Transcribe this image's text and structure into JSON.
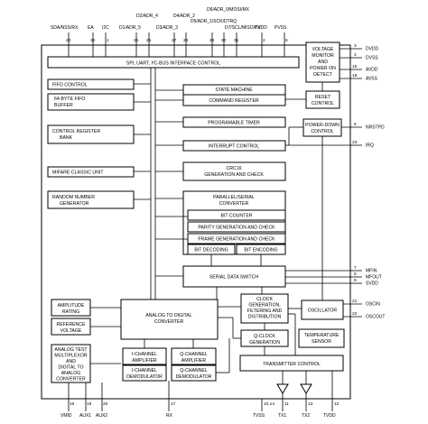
{
  "top_pins": {
    "sda": "SDA/NSS/RX",
    "sda_num": "24",
    "ea": "EA",
    "ea_num": "32",
    "i2c": "I2C",
    "i2c_num": "1",
    "d1": "D1/ADR_5",
    "d1_num": "25",
    "d2": "D2/ADR_4",
    "d2_num": "26",
    "d3": "D3/ADR_3",
    "d3_num": "27",
    "d4": "D4/ADR_2",
    "d4_num": "28",
    "d5": "D5/ADR_1/SCK/DTRQ",
    "d5_num": "29",
    "d6": "D6/ADR_0/MOSI/MX",
    "d6_num": "30",
    "d7": "D7/SCL/MISO/TX",
    "d7_num": "31",
    "pvdd": "PVDD",
    "pvdd_num": "2",
    "pvss": "PVSS",
    "pvss_num": "5"
  },
  "right_pins": {
    "dvdd": "DVDD",
    "dvdd_num": "3",
    "dvss": "DVSS",
    "dvss_num": "4",
    "avdd": "AVDD",
    "avdd_num": "15",
    "avss": "AVSS",
    "avss_num": "18",
    "nrstpd": "NRSTPD",
    "nrstpd_num": "6",
    "irq": "IRQ",
    "irq_num": "23",
    "mfin": "MFIN",
    "mfin_num": "7",
    "mfout": "MFOUT",
    "mfout_num": "8",
    "svdd": "SVDD",
    "svdd_num": "9",
    "oscin": "OSCIN",
    "oscin_num": "21",
    "oscout": "OSCOUT",
    "oscout_num": "22"
  },
  "bottom_pins": {
    "vmid": "VMID",
    "vmid_num": "16",
    "aux1": "AUX1",
    "aux1_num": "19",
    "aux2": "AUX2",
    "aux2_num": "20",
    "rx": "RX",
    "rx_num": "17",
    "tvss": "TVSS",
    "tvss_num": "10,14",
    "tx1": "TX1",
    "tx1_num": "11",
    "tx2": "TX2",
    "tx2_num": "13",
    "tvdd": "TVDD",
    "tvdd_num": "12"
  },
  "blocks": {
    "spi_bus": "SPI, UART, I²C-BUS INTERFACE CONTROL",
    "fifo_control": "FIFO CONTROL",
    "fifo_buffer_1": "64-BYTE FIFO",
    "fifo_buffer_2": "BUFFER",
    "control_register_1": "CONTROL REGISTER",
    "control_register_2": "BANK",
    "mifare": "MIFARE CLASSIC UNIT",
    "random_1": "RANDOM NUMBER",
    "random_2": "GENERATOR",
    "state_machine": "STATE MACHINE",
    "command_register": "COMMAND REGISTER",
    "timer": "PROGRAMABLE TIMER",
    "interrupt": "INTERRUPT CONTROL",
    "crc_1": "CRC16",
    "crc_2": "GENERATION AND CHECK",
    "parallel_1": "PARALLEL/SERIAL",
    "parallel_2": "CONVERTER",
    "bit_counter": "BIT COUNTER",
    "parity": "PARITY GENERATION AND CHECK",
    "frame": "FRAME GENERATION AND CHECK",
    "bit_decoding": "BIT DECODING",
    "bit_encoding": "BIT ENCODING",
    "serial_switch": "SERIAL DATA SWITCH",
    "voltage_1": "VOLTAGE",
    "voltage_2": "MONITOR",
    "voltage_3": "AND",
    "voltage_4": "POWER ON",
    "voltage_5": "DETECT",
    "reset_1": "RESET",
    "reset_2": "CONTROL",
    "powerdown_1": "POWER-DOWN",
    "powerdown_2": "CONTROL",
    "amp_1": "AMPLITUDE",
    "amp_2": "RATING",
    "ref_1": "REFERENCE",
    "ref_2": "VOLTAGE",
    "adc_1": "ANALOG TO DIGITAL",
    "adc_2": "CONVERTER",
    "analog_test_1": "ANALOG TEST",
    "analog_test_2": "MULTIPLEXOR",
    "analog_test_3": "AND",
    "analog_test_4": "DIGITAL TO",
    "analog_test_5": "ANALOG",
    "analog_test_6": "CONVERTER",
    "i_amp_1": "I-CHANNEL",
    "i_amp_2": "AMPLIFIER",
    "i_demod_1": "I-CHANNEL",
    "i_demod_2": "DEMODULATOR",
    "q_amp_1": "Q-CHANNEL",
    "q_amp_2": "AMPLIFIER",
    "q_demod_1": "Q-CHANNEL",
    "q_demod_2": "DEMODULATOR",
    "clock_1": "CLOCK",
    "clock_2": "GENERATION,",
    "clock_3": "FILTERING AND",
    "clock_4": "DISTRIBUTION",
    "oscillator": "OSCILLATOR",
    "qclock_1": "Q-CLOCK",
    "qclock_2": "GENERATION",
    "temp_1": "TEMPERATURE",
    "temp_2": "SENSOR",
    "transmitter": "TRANSMITTER CONTROL"
  }
}
